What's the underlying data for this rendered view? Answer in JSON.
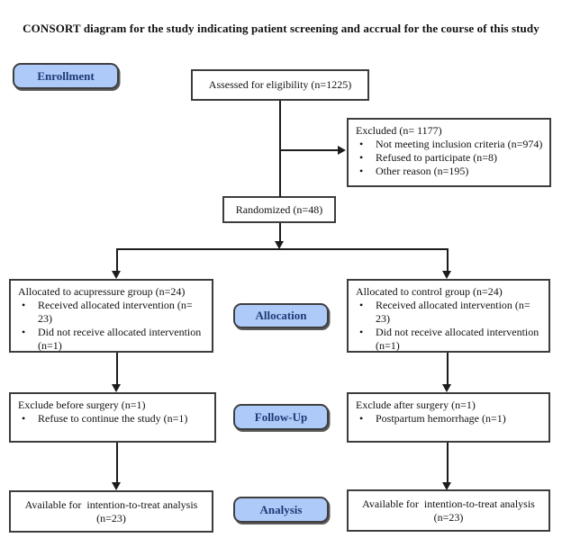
{
  "title": "CONSORT diagram for the study indicating patient screening and accrual for the course of this study",
  "colors": {
    "stage_fill": "#aecaf9",
    "stage_text": "#1f3a75",
    "box_border": "#3d3d3d",
    "line": "#1c1c1c"
  },
  "stages": {
    "enrollment": "Enrollment",
    "allocation": "Allocation",
    "follow_up": "Follow-Up",
    "analysis": "Analysis"
  },
  "boxes": {
    "assessed": {
      "text": "Assessed for eligibility (n=1225)"
    },
    "excluded": {
      "title": "Excluded (n= 1177)",
      "bullets": [
        "Not meeting inclusion criteria (n=974)",
        "Refused to participate (n=8)",
        "Other reason (n=195)"
      ]
    },
    "randomized": {
      "text": "Randomized (n=48)"
    },
    "allocated_left": {
      "title": "Allocated to acupressure group (n=24)",
      "bullets": [
        "Received allocated intervention (n= 23)",
        "Did not receive allocated intervention (n=1)"
      ]
    },
    "allocated_right": {
      "title": "Allocated to control group (n=24)",
      "bullets": [
        "Received allocated intervention (n= 23)",
        "Did not receive allocated intervention (n=1)"
      ]
    },
    "followup_left": {
      "title": "Exclude before surgery (n=1)",
      "bullets": [
        "Refuse to continue the study (n=1)"
      ]
    },
    "followup_right": {
      "title": "Exclude after surgery (n=1)",
      "bullets": [
        "Postpartum hemorrhage (n=1)"
      ]
    },
    "analysis_left": {
      "line1": "Available for  intention-to-treat analysis",
      "line2": "(n=23)"
    },
    "analysis_right": {
      "line1": "Available for  intention-to-treat analysis",
      "line2": "(n=23)"
    }
  }
}
